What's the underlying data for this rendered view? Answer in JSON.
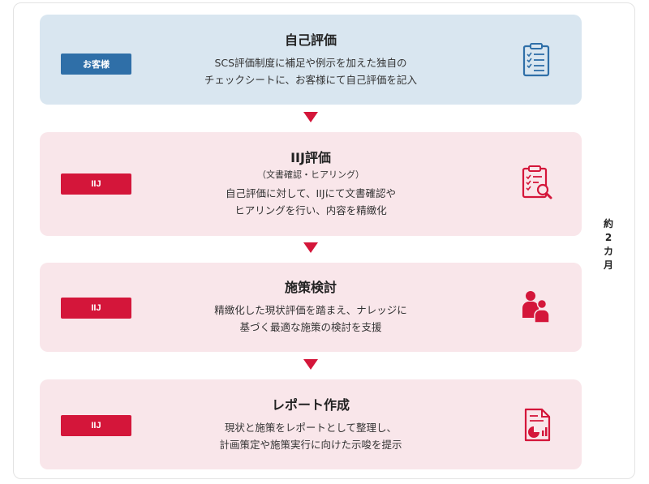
{
  "colors": {
    "customer_bg": "#d9e6f0",
    "iij_bg": "#f9e6ea",
    "blue_accent": "#2f6fa8",
    "red_accent": "#d4163a"
  },
  "steps": [
    {
      "badge": "お客様",
      "title": "自己評価",
      "subtitle": "",
      "desc_line1": "SCS評価制度に補足や例示を加えた独自の",
      "desc_line2": "チェックシートに、お客様にて自己評価を記入",
      "icon": "clipboard-checklist-icon"
    },
    {
      "badge": "IIJ",
      "title": "IIJ評価",
      "subtitle": "（文書確認・ヒアリング）",
      "desc_line1": "自己評価に対して、IIJにて文書確認や",
      "desc_line2": "ヒアリングを行い、内容を精緻化",
      "icon": "clipboard-search-icon"
    },
    {
      "badge": "IIJ",
      "title": "施策検討",
      "subtitle": "",
      "desc_line1": "精緻化した現状評価を踏まえ、ナレッジに",
      "desc_line2": "基づく最適な施策の検討を支援",
      "icon": "people-icon"
    },
    {
      "badge": "IIJ",
      "title": "レポート作成",
      "subtitle": "",
      "desc_line1": "現状と施策をレポートとして整理し、",
      "desc_line2": "計画策定や施策実行に向けた示唆を提示",
      "icon": "report-chart-icon"
    }
  ],
  "duration": [
    "約",
    "2",
    "カ",
    "月"
  ]
}
